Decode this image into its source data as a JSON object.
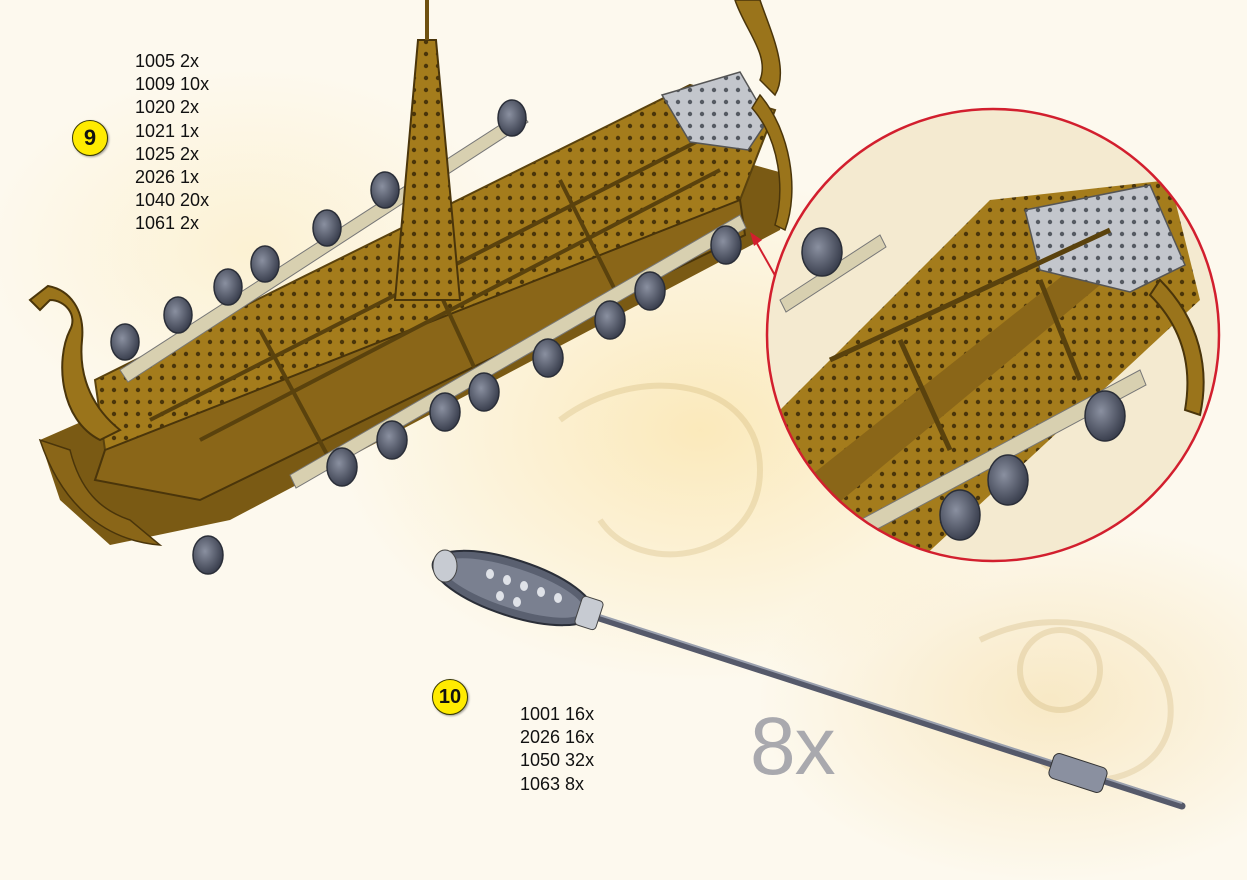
{
  "steps": [
    {
      "number": "9",
      "parts": [
        "1005 2x",
        "1009 10x",
        "1020 2x",
        "1021 1x",
        "1025 2x",
        "2026 1x",
        "1040 20x",
        "1061 2x"
      ]
    },
    {
      "number": "10",
      "parts": [
        "1001 16x",
        "2026 16x",
        "1050 32x",
        "1063 8x"
      ]
    }
  ],
  "multiplier": "8x",
  "colors": {
    "badge": "#ffeb00",
    "brass": "#a9821f",
    "brass_dark": "#6e5110",
    "steel": "#b9bcc4",
    "wheel": "#5b6070",
    "detail_circle": "#d21f2e"
  }
}
